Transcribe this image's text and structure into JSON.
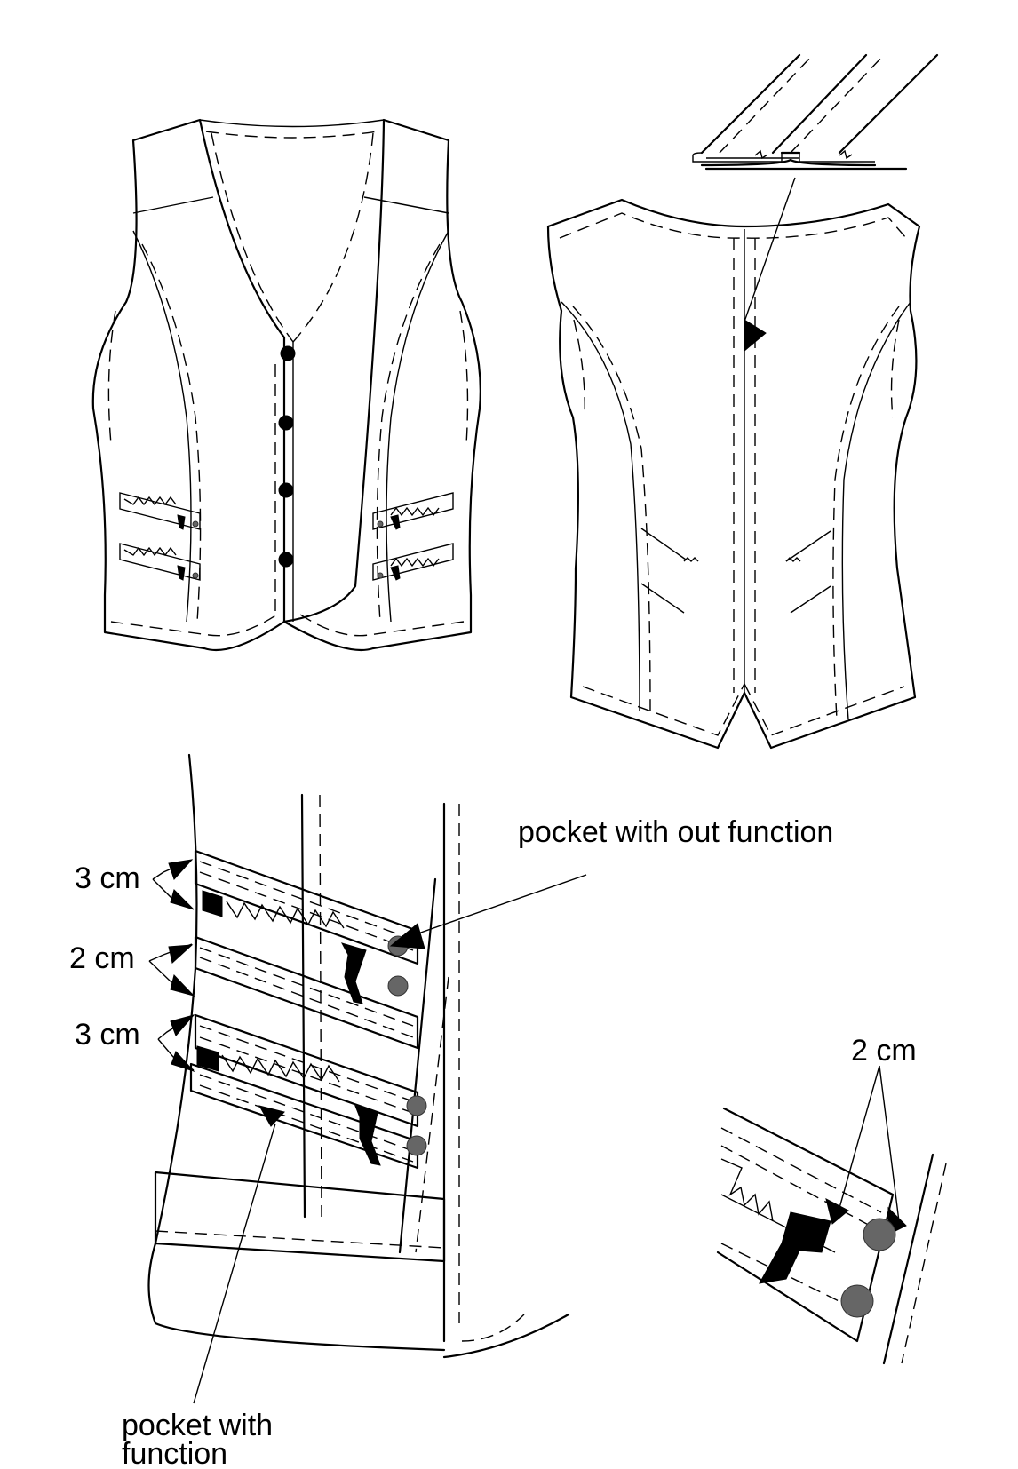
{
  "labels": {
    "pocket_without_function": "pocket with out function",
    "pocket_with_function_line1": "pocket with",
    "pocket_with_function_line2": "function",
    "measure_3cm_upper": "3 cm",
    "measure_2cm_left": "2 cm",
    "measure_3cm_lower": "3 cm",
    "measure_2cm_detail": "2 cm"
  }
}
